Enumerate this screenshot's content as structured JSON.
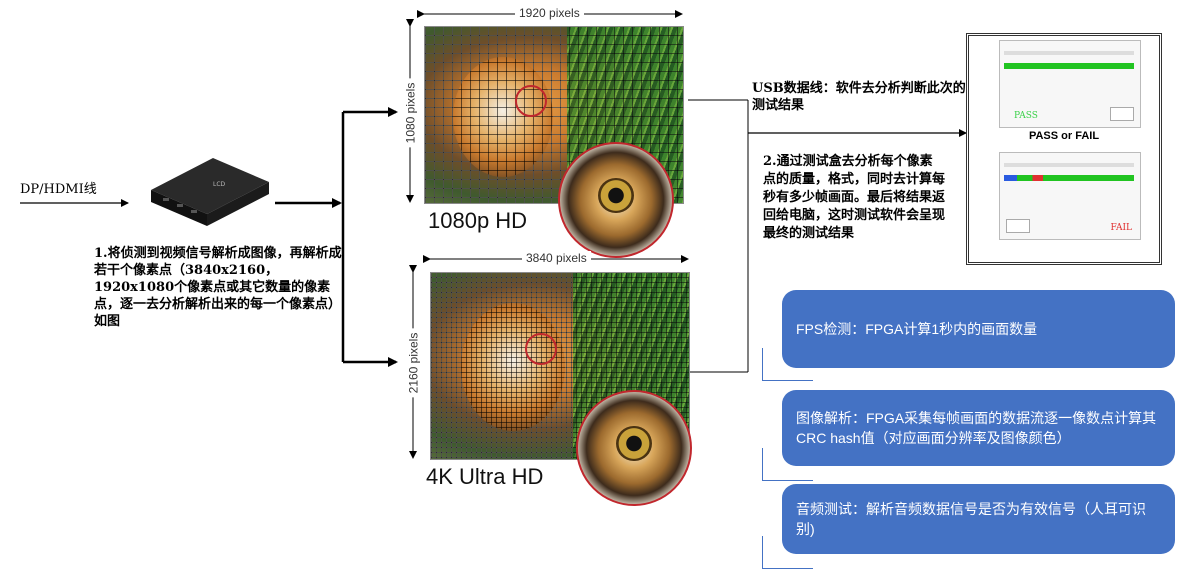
{
  "left": {
    "input_label": "DP/HDMI线",
    "step1_text": "1.将侦测到视频信号解析成图像，再解析成若干个像素点（3840x2160，1920x1080个像素点或其它数量的像素点，逐一去分析解析出来的每一个像素点）如图"
  },
  "panel_1080": {
    "width_label": "1920 pixels",
    "height_label": "1080 pixels",
    "title": "1080p HD"
  },
  "panel_4k": {
    "width_label": "3840 pixels",
    "height_label": "2160 pixels",
    "title": "4K Ultra HD"
  },
  "right": {
    "usb_text": "USB数据线：软件去分析判断此次的测试结果",
    "step2_text": "2.通过测试盒去分析每个像素点的质量，格式，同时去计算每秒有多少帧画面。最后将结果返回给电脑，这时测试软件会呈现最终的测试结果",
    "monitor_caption": "PASS or FAIL",
    "pass_label": "PASS",
    "fail_label": "FAIL"
  },
  "features": [
    {
      "text": "FPS检测：FPGA计算1秒内的画面数量"
    },
    {
      "text": "图像解析：FPGA采集每帧画面的数据流逐一像数点计算其CRC hash值（对应画面分辨率及图像颜色）"
    },
    {
      "text": "音频测试：解析音频数据信号是否为有效信号（人耳可识别)"
    }
  ],
  "colors": {
    "accent_blue": "#4472c4",
    "pass_green": "#3bd14a",
    "fail_red": "#e03030",
    "zoom_red": "#c1272d"
  }
}
